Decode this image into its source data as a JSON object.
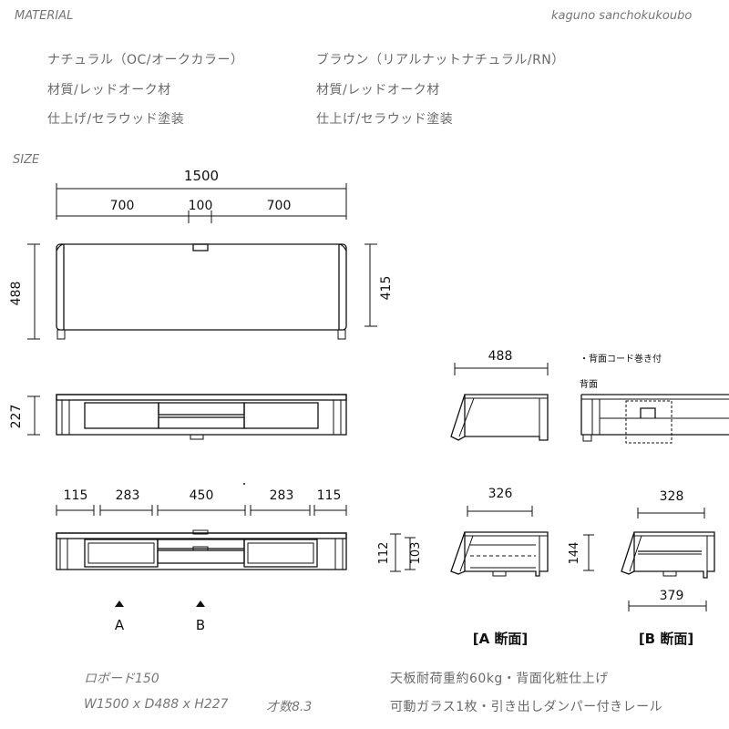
{
  "header": {
    "material_label": "MATERIAL",
    "brand": "kaguno sanchokukoubo"
  },
  "materials": {
    "left": [
      "ナチュラル（OC/オークカラー）",
      "材質/レッドオーク材",
      "仕上げ/セラウッド塗装"
    ],
    "right": [
      "ブラウン（リアルナットナチュラル/RN）",
      "材質/レッドオーク材",
      "仕上げ/セラウッド塗装"
    ]
  },
  "size_label": "SIZE",
  "dims": {
    "total_width": "1500",
    "left_w": "700",
    "mid_w": "100",
    "right_w": "700",
    "depth": "488",
    "inner_depth": "415",
    "height": "227",
    "f1": "115",
    "f2": "283",
    "f3": "450",
    "f4": "283",
    "f5": "115",
    "side_depth": "488",
    "a_inner": "326",
    "a_h1": "112",
    "a_h2": "103",
    "b_inner": "328",
    "b_h": "144",
    "b_bottom": "379"
  },
  "labels": {
    "section_a_marker": "A",
    "section_b_marker": "B",
    "section_a": "[A 断面]",
    "section_b": "[B 断面]",
    "back_cord": "・背面コード巻き付",
    "back": "背面"
  },
  "footer": {
    "name": "ロボード150",
    "size": "W1500 x D488 x H227",
    "sun": "才数8.3",
    "spec1": "天板耐荷重約60kg・背面化粧仕上げ",
    "spec2": "可動ガラス1枚・引き出しダンパー付きレール"
  }
}
